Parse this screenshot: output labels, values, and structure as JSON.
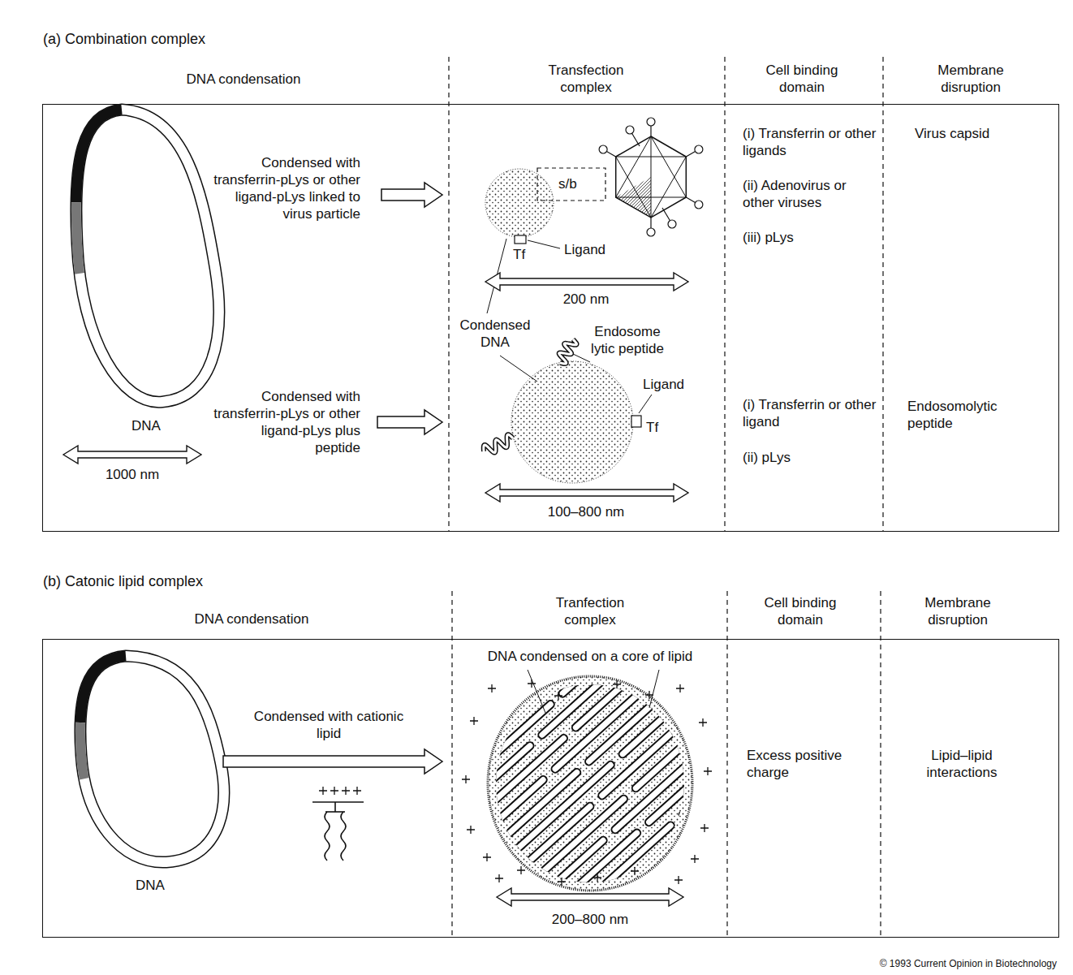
{
  "diagram": {
    "nodes": [
      {
        "text": [
          "(a) Combination complex"
        ]
      },
      {
        "text": [
          "(b) Catonic lipid complex"
        ]
      }
    ],
    "labels": [
      "DNA condensation",
      "Transfection complex",
      "Cell binding domain",
      "Membrane disruption",
      "Condensed with transferrin-pLys or other ligand-pLys linked to virus particle",
      "s/b",
      "Ligand",
      "Tf",
      "200 nm",
      "(i) Transferrin or other ligands",
      "(ii) Adenovirus or other viruses",
      "(iii) pLys",
      "Virus capsid",
      "Condensed DNA",
      "Endosome lytic peptide",
      "Ligand",
      "Tf",
      "DNA",
      "Condensed with transferrin-pLys or other ligand-pLys plus peptide",
      "100–800 nm",
      "(i) Transferrin or other ligand",
      "(ii) pLys",
      "Endosomolytic peptide",
      "1000 nm",
      "DNA condensation",
      "Tranfection complex",
      "Cell binding domain",
      "Membrane disruption",
      "Condensed with cationic lipid",
      "DNA condensed on a core of lipid",
      "Excess positive charge",
      "Lipid–lipid interactions",
      "DNA",
      "200–800 nm",
      "© 1993 Current Opinion in Biotechnology"
    ]
  }
}
